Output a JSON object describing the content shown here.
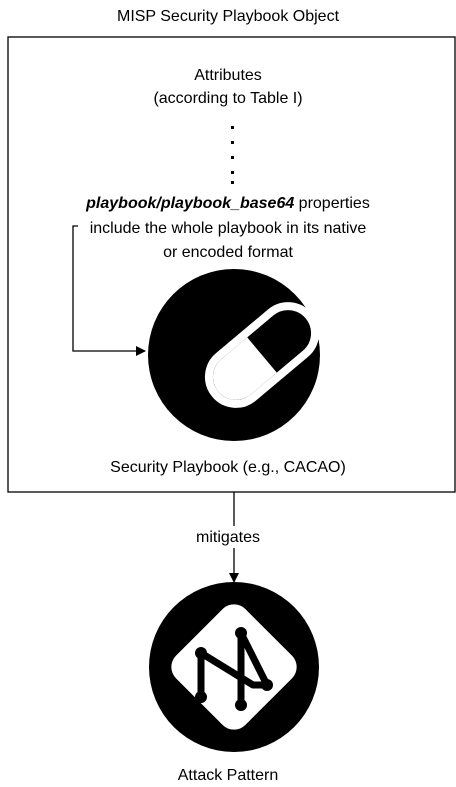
{
  "title": "MISP Security Playbook Object",
  "attributes": {
    "line1": "Attributes",
    "line2": "(according to Table I)"
  },
  "playbook_note": {
    "emphasis": "playbook/playbook_base64",
    "line1_rest": " properties",
    "line2": "include the whole playbook in its native",
    "line3": "or encoded format"
  },
  "playbook_label": "Security Playbook (e.g., CACAO)",
  "relation_label": "mitigates",
  "attack_label": "Attack Pattern",
  "icons": {
    "playbook": "pill-icon",
    "attack_pattern": "attack-pattern-icon"
  },
  "colors": {
    "line": "#000000",
    "icon_fill": "#000000",
    "icon_fg": "#ffffff"
  }
}
